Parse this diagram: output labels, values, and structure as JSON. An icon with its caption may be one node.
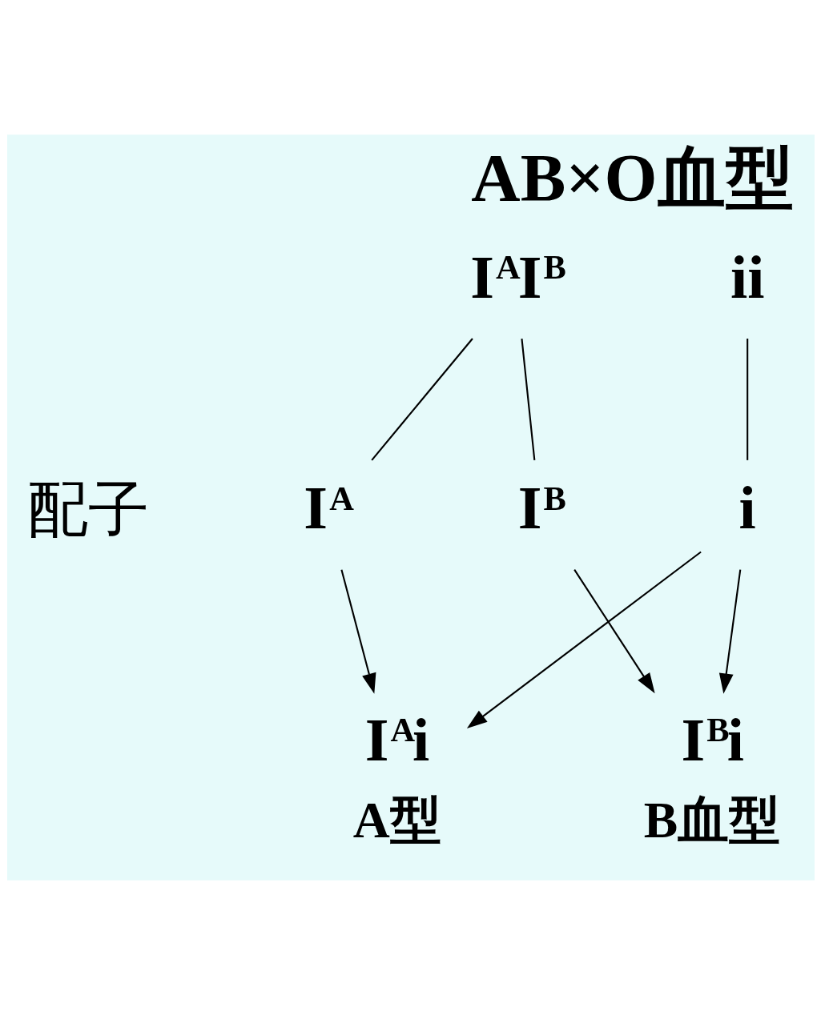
{
  "diagram": {
    "title": "AB×O血型",
    "nodes": [
      {
        "text": [
          "I$^{A}$I$^{B}$"
        ]
      },
      {
        "text": [
          "ii"
        ]
      },
      {
        "text": [
          "I$^{A}$"
        ]
      },
      {
        "text": [
          "I$^{B}$"
        ]
      },
      {
        "text": [
          "i"
        ]
      },
      {
        "text": [
          "I$^{A}$i"
        ],
        "beside": [
          "A型"
        ]
      },
      {
        "text": [
          "I$^{B}$i"
        ],
        "beside": [
          "B血型"
        ]
      }
    ],
    "edges": [
      {
        "from": 0,
        "to": 2,
        "arrow": "none"
      },
      {
        "from": 0,
        "to": 3,
        "arrow": "none"
      },
      {
        "from": 1,
        "to": 4,
        "arrow": "none"
      },
      {
        "from": 2,
        "to": 5,
        "arrow": "to"
      },
      {
        "from": 4,
        "to": 5,
        "arrow": "to"
      },
      {
        "from": 3,
        "to": 6,
        "arrow": "to"
      },
      {
        "from": 4,
        "to": 6,
        "arrow": "to"
      }
    ],
    "labels": [
      "配子"
    ]
  }
}
